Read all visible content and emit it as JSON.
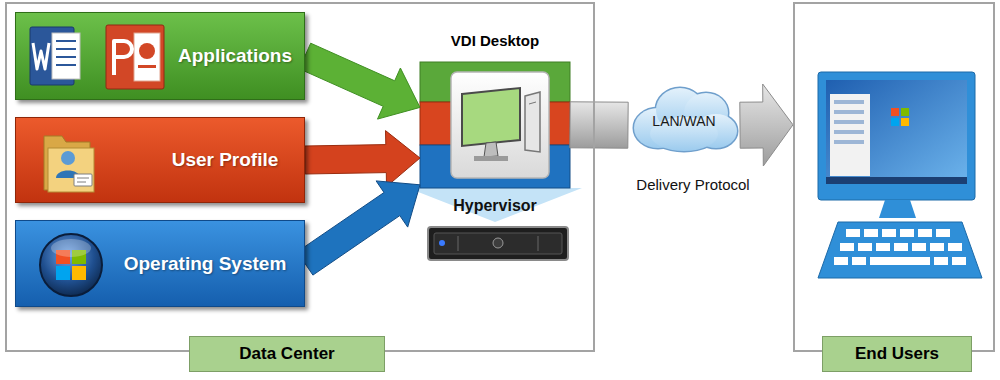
{
  "diagram": {
    "nodes": [
      {
        "text": [
          "Data Center"
        ]
      },
      {
        "text": [
          "Applications"
        ],
        "in": 0
      },
      {
        "text": [
          "User Profile"
        ],
        "in": 0
      },
      {
        "text": [
          "Operating System"
        ],
        "in": 0
      },
      {
        "text": [
          "VDI Desktop"
        ],
        "in": 0
      },
      {
        "text": [
          "LAN/WAN"
        ]
      },
      {
        "text": [
          "End Users"
        ]
      }
    ],
    "edges": [
      {
        "from": 1,
        "to": 4,
        "arrow": "to"
      },
      {
        "from": 2,
        "to": 4,
        "arrow": "to"
      },
      {
        "from": 3,
        "to": 4,
        "arrow": "to"
      },
      {
        "from": 4,
        "to": 5,
        "arrow": "none"
      },
      {
        "from": 5,
        "to": 6,
        "arrow": "to"
      }
    ],
    "labels": [
      "Hypervisor",
      "Delivery Protocol"
    ]
  }
}
